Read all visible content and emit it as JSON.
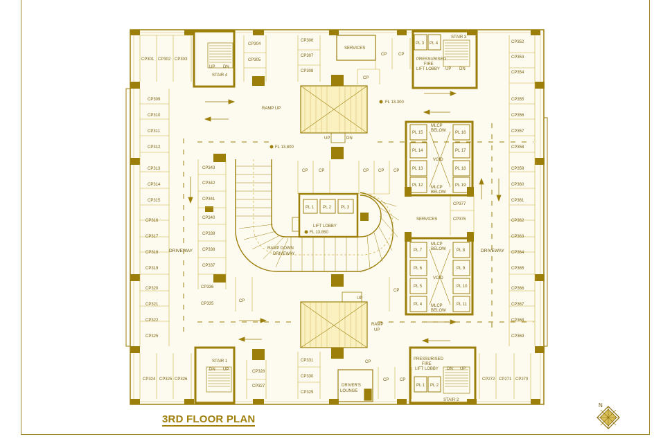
{
  "title": "3RD FLOOR PLAN",
  "compass_label": "N",
  "colors": {
    "wall": "#9c7e0a",
    "fill": "#fbf6dc",
    "line": "#c8ad3c",
    "text": "#7a6310"
  },
  "labels": {
    "cp_top_left": [
      "CP301",
      "CP302",
      "CP303"
    ],
    "cp304": "CP304",
    "cp305": "CP305",
    "cp_col_c": [
      "CP306",
      "CP307",
      "CP308"
    ],
    "services_top": "SERVICES",
    "cp": "CP",
    "pl3": "PL 3",
    "pl4": "PL 4",
    "stair3": "STAIR 3",
    "pressurized_top": [
      "PRESSURISED",
      "FIRE",
      "LIFT LOBBY"
    ],
    "up": "UP",
    "dn": "DN",
    "cp_top_right": [
      "CP352",
      "CP353",
      "CP354"
    ],
    "stair4": "STAIR 4",
    "cp_left_col": [
      "CP309",
      "CP310",
      "CP311",
      "CP312",
      "CP313",
      "CP314",
      "CP315",
      "CP316",
      "CP317",
      "CP318",
      "CP319",
      "CP320",
      "CP321",
      "CP322",
      "CP325"
    ],
    "driveway": "DRIVEWAY",
    "ramp_up_top": "RAMP UP",
    "fl_13300": "FL 13.300",
    "fl_13800": "FL 13.800",
    "cp_right_col": [
      "CP355",
      "CP356",
      "CP357",
      "CP358",
      "CP359",
      "CP360",
      "CP361",
      "CP362",
      "CP363",
      "CP364",
      "CP365",
      "CP366",
      "CP367",
      "CP368",
      "CP369"
    ],
    "mlcp_below": [
      "MLCP",
      "BELOW"
    ],
    "void": "VOID",
    "pl_upper_block_left": [
      "PL 15",
      "PL 14",
      "PL 13",
      "PL 12"
    ],
    "pl_upper_block_right": [
      "PL 16",
      "PL 17",
      "PL 18",
      "PL 19"
    ],
    "pl_lower_block_left": [
      "PL 7",
      "PL 6",
      "PL 5",
      "PL 4"
    ],
    "pl_lower_block_right": [
      "PL 8",
      "PL 9",
      "PL 10",
      "PL 11"
    ],
    "cp_inner_left": [
      "CP343",
      "CP342",
      "CP341",
      "CP340",
      "CP339",
      "CP338",
      "CP337",
      "CP336",
      "CP335"
    ],
    "pl_core": [
      "PL 1",
      "PL 2",
      "PL 3"
    ],
    "lift_lobby": "LIFT LOBBY",
    "fl_13850": "FL 13.850",
    "ramp_down": [
      "RAMP DOWN",
      "DRIVEWAY"
    ],
    "services_mid": "SERVICES",
    "cp377": "CP377",
    "cp376": "CP376",
    "ramp_up_bottom": [
      "RAMP",
      "UP"
    ],
    "stair1": "STAIR 1",
    "stair2": "STAIR 2",
    "cp_bottom_left": [
      "CP324",
      "CP325",
      "CP326"
    ],
    "cp328": "CP328",
    "cp327": "CP327",
    "cp_col_bottom": [
      "CP331",
      "CP330",
      "CP329"
    ],
    "drivers_lounge": [
      "DRIVER'S",
      "LOUNGE"
    ],
    "pressurized_bottom": [
      "PRESSURISED",
      "FIRE",
      "LIFT LOBBY"
    ],
    "pl1": "PL 1",
    "pl2": "PL 2",
    "cp_bottom_right": [
      "CP272",
      "CP271",
      "CP270"
    ]
  }
}
